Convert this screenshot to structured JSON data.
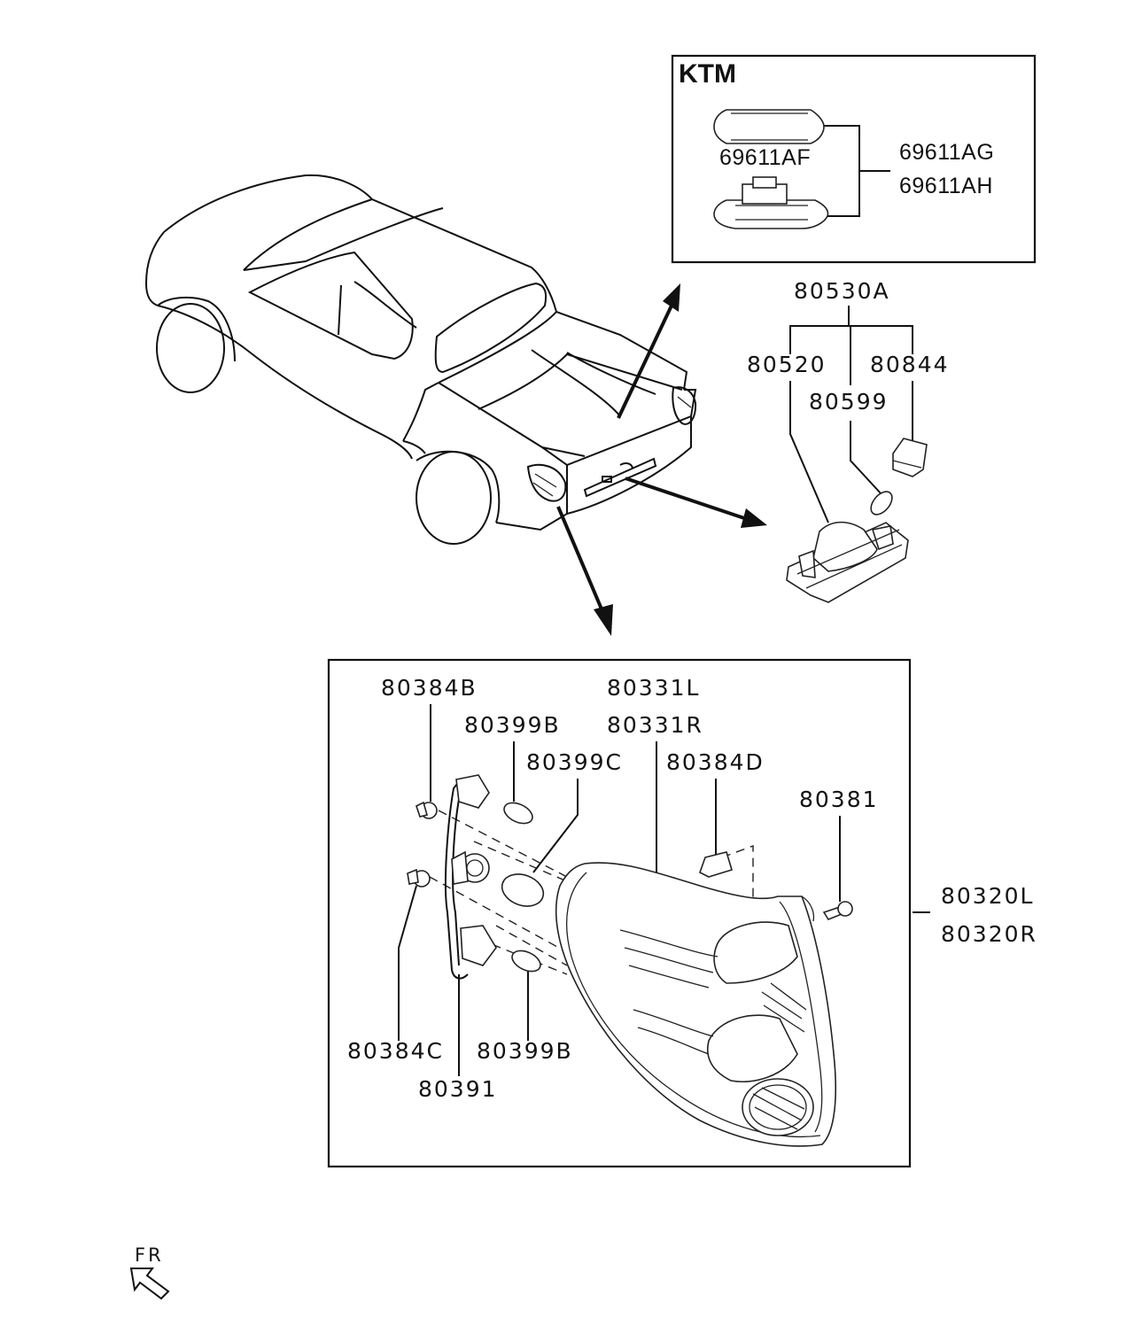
{
  "ktm": {
    "header": "KTM",
    "part_lens": "69611AF",
    "part_assy_1": "69611AG",
    "part_assy_2": "69611AH"
  },
  "license_lamp": {
    "assembly": "80530A",
    "part_left": "80520",
    "part_right": "80844",
    "part_bulb": "80599"
  },
  "tail_lamp": {
    "p_80384B": "80384B",
    "p_80399B_top": "80399B",
    "p_80399C": "80399C",
    "p_80331L": "80331L",
    "p_80331R": "80331R",
    "p_80384D": "80384D",
    "p_80381": "80381",
    "p_80320L": "80320L",
    "p_80320R": "80320R",
    "p_80384C": "80384C",
    "p_80399B_bottom": "80399B",
    "p_80391": "80391"
  },
  "orientation": {
    "label": "FR"
  }
}
